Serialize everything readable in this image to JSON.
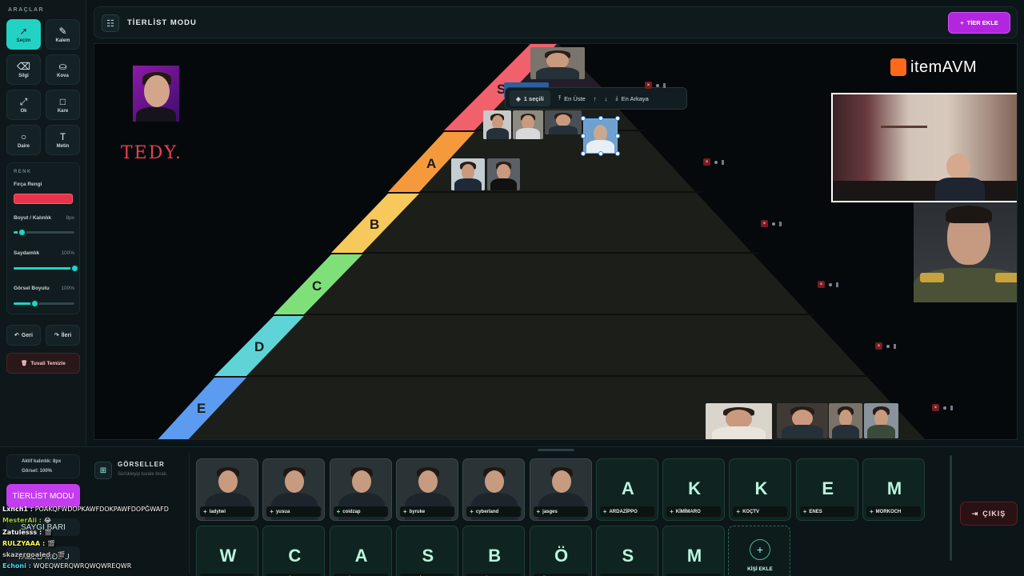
{
  "tools": {
    "title": "ARAÇLAR",
    "items": [
      {
        "label": "Seçim",
        "icon": "cursor-icon",
        "glyph": "➚"
      },
      {
        "label": "Kalem",
        "icon": "pencil-icon",
        "glyph": "✎"
      },
      {
        "label": "Silgi",
        "icon": "eraser-icon",
        "glyph": "⌫"
      },
      {
        "label": "Kova",
        "icon": "bucket-icon",
        "glyph": "⛀"
      },
      {
        "label": "Ok",
        "icon": "arrow-icon",
        "glyph": "⤢"
      },
      {
        "label": "Kare",
        "icon": "square-icon",
        "glyph": "□"
      },
      {
        "label": "Daire",
        "icon": "circle-icon",
        "glyph": "○"
      },
      {
        "label": "Metin",
        "icon": "text-icon",
        "glyph": "T"
      }
    ],
    "color_section": "RENK",
    "brush_color_label": "Fırça Rengi",
    "brush_color": "#e8344a",
    "size_label": "Boyut / Kalınlık",
    "size_value": "8px",
    "opacity_label": "Saydamlık",
    "opacity_value": "100%",
    "image_size_label": "Görsel Boyutu",
    "image_size_value": "100%",
    "size_fraction": 0.13,
    "opacity_fraction": 1.0,
    "image_size_fraction": 0.34,
    "undo_label": "Geri",
    "redo_label": "İleri",
    "clear_label": "Tuvali Temizle"
  },
  "header": {
    "title": "TİERLİST MODU",
    "add_tier_label": "TİER EKLE"
  },
  "canvas": {
    "tiers": [
      "S",
      "A",
      "B",
      "C",
      "D",
      "E"
    ],
    "tier_colors": [
      "#f0616b",
      "#f59a3c",
      "#f7c85c",
      "#7fe07a",
      "#5fd4d6",
      "#5b9cf0"
    ],
    "selection_toolbar": {
      "count_label": "1 seçili",
      "front_label": "En Üste",
      "back_label": "En Arkaya"
    },
    "logo_text": "itemAVM",
    "handwriting": "TEDY."
  },
  "status": {
    "active_thickness": "Aktif kalınlık: 8px",
    "image_size": "Görsel: 100%"
  },
  "gallery": {
    "title": "GÖRSELLER",
    "subtitle": "Sürükleyip tuvale bırak.",
    "row1": [
      {
        "name": "ladytwi",
        "type": "photo"
      },
      {
        "name": "yusua",
        "type": "photo"
      },
      {
        "name": "coidzap",
        "type": "photo"
      },
      {
        "name": "byruke",
        "type": "photo"
      },
      {
        "name": "cyberland",
        "type": "photo"
      },
      {
        "name": "jasges",
        "type": "photo"
      },
      {
        "name": "ARDAZİPPO",
        "type": "letter",
        "letter": "A"
      },
      {
        "name": "KİMİMARO",
        "type": "letter",
        "letter": "K"
      },
      {
        "name": "KOÇTV",
        "type": "letter",
        "letter": "K"
      },
      {
        "name": "ENES",
        "type": "letter",
        "letter": "E"
      },
      {
        "name": "MORKOCH",
        "type": "letter",
        "letter": "M"
      }
    ],
    "row2": [
      {
        "name": "WRAT",
        "letter": "W"
      },
      {
        "name": "CATGİRLAM",
        "letter": "C"
      },
      {
        "name": "AZİZ",
        "letter": "A"
      },
      {
        "name": "SEMİH",
        "letter": "S"
      },
      {
        "name": "BEKİR",
        "letter": "B"
      },
      {
        "name": "ÖZER",
        "letter": "Ö"
      },
      {
        "name": "SOYKAN",
        "letter": "S"
      },
      {
        "name": "MK",
        "letter": "M"
      }
    ],
    "add_person_label": "KİŞİ EKLE"
  },
  "exit_label": "ÇIKIŞ",
  "overlay": {
    "mode_label": "TİERLİST MODU",
    "mode2_label": "SAYGI BARI",
    "mode3_label": "TABLO MODU",
    "chat": [
      {
        "user": "Lxnch1",
        "msg": "POAKQFWDOPKAWFDOKPAWFDOPĞWAFD",
        "color": "#ffffff"
      },
      {
        "user": "MesterAli",
        "msg": "😂",
        "color": "#9acd32"
      },
      {
        "user": "Zatulesss",
        "msg": "🎬",
        "color": "#ffffff"
      },
      {
        "user": "RULZYAAA",
        "msg": "🎬",
        "color": "#ffff55"
      },
      {
        "user": "skazergoaled",
        "msg": "🎬",
        "color": "#c6c6c6"
      },
      {
        "user": "Echoni",
        "msg": "WQEQWERQWRQWQWREQWR",
        "color": "#40e0ff"
      }
    ]
  }
}
